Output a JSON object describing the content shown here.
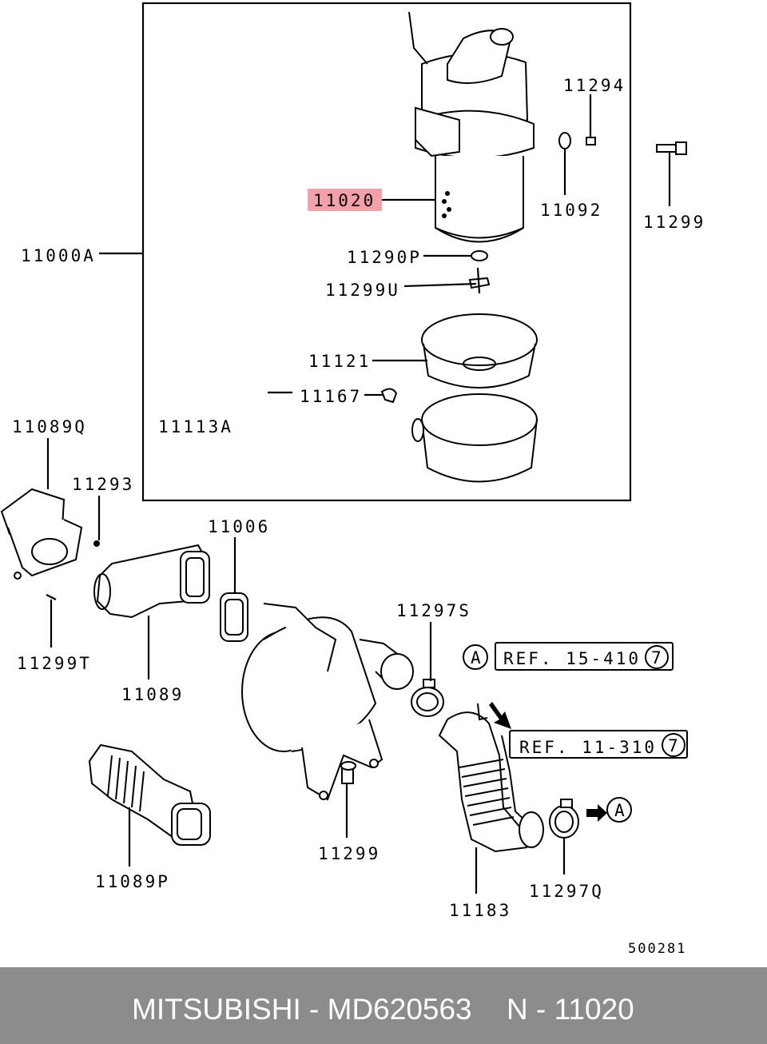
{
  "diagram": {
    "highlight_color": "#f4a0a8",
    "parts": {
      "p11000A": "11000A",
      "p11020": "11020",
      "p11294": "11294",
      "p11092": "11092",
      "p11299a": "11299",
      "p11290P": "11290P",
      "p11299U": "11299U",
      "p11121": "11121",
      "p11167": "11167",
      "p11113A": "11113A",
      "p11089Q": "11089Q",
      "p11293": "11293",
      "p11006": "11006",
      "p11297S": "11297S",
      "p11299T": "11299T",
      "p11089": "11089",
      "p11299b": "11299",
      "p11089P": "11089P",
      "p11183": "11183",
      "p11297Q": "11297Q"
    },
    "ref1": {
      "letter": "A",
      "text": "REF. 15-410",
      "num": "7"
    },
    "ref2": {
      "text": "REF. 11-310",
      "num": "7"
    },
    "arrow_letter": "A",
    "diagram_code": "500281"
  },
  "footer": {
    "brand_part": "MITSUBISHI - MD620563",
    "position": "N - 11020"
  }
}
